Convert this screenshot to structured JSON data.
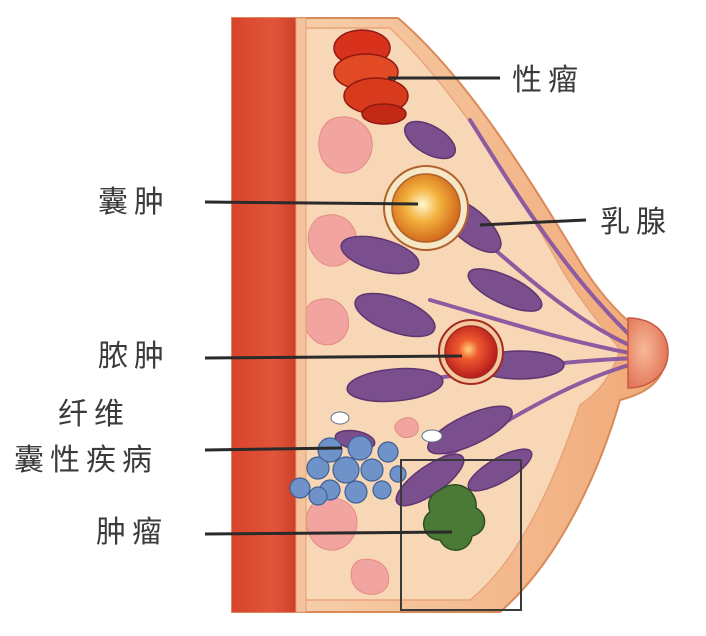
{
  "diagram": {
    "labels": {
      "tumor_top": "性瘤",
      "mammary_gland": "乳腺",
      "cyst": "囊肿",
      "abscess": "脓肿",
      "fibrocystic_line1": "纤维",
      "fibrocystic_line2": "囊性疾病",
      "tumor_bottom": "肿瘤"
    }
  },
  "colors": {
    "background": "#ffffff",
    "muscle": "#d9432c",
    "skin": "#f2b084",
    "fat": "#f6cba4",
    "gland": "#7a4f8c",
    "cyst_orange": "#e8902e",
    "abscess_red": "#d72f2c",
    "fibrocystic_blue": "#6c8fc4",
    "tumor_green": "#4c7a3a",
    "label_text": "#3b3b3b",
    "leader_line": "#2a2a2a"
  }
}
